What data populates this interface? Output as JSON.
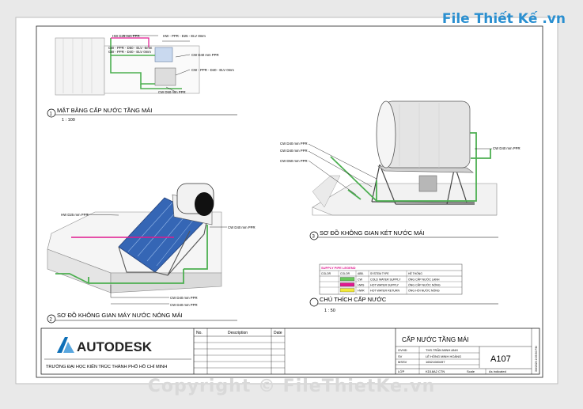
{
  "watermark": {
    "logo": "File Thiết Kế .vn",
    "copyright": "Copyright © FileThietKe.vn"
  },
  "view1": {
    "number": "1",
    "title": "MẶT BẰNG CẤP NƯỚC TẦNG MÁI",
    "scale": "1 : 100",
    "labels": [
      "HW D25 mm PPR",
      "HW - PPR - D25 - ELV 8mm",
      "CW - PPR - D50 - ELV -5mm",
      "CW - PPR - D40 - ELV 0mm",
      "CW D40 mm PPR",
      "CW - PPR - D40 - ELV 0mm",
      "CW D50 mm PPR"
    ]
  },
  "view2": {
    "number": "2",
    "title": "SƠ ĐỒ KHÔNG GIAN MÁY NƯỚC NÓNG MÁI",
    "labels": [
      "HW D25 mm PPR",
      "CW D40 mm PPR",
      "CW D40 mm PPR",
      "CW D40 mm PPR"
    ]
  },
  "view3": {
    "number": "3",
    "title": "SƠ ĐỒ KHÔNG GIAN KÉT NƯỚC MÁI",
    "labels": [
      "CW D40 mm PPR",
      "CW D40 mm PPR",
      "CW D50 mm PPR",
      "CW D40 mm PPR"
    ]
  },
  "legend": {
    "title": "SUPPLY PIPE LEGEND",
    "headers": [
      "COLOR",
      "COLOR",
      "ABB.",
      "SYSTEM TYPE",
      "HỆ THỐNG"
    ],
    "rows": [
      {
        "color": "#69c85a",
        "abb": "CW",
        "type": "COLD WATER SUPPLY",
        "vn": "ỐNG CẤP NƯỚC LẠNH"
      },
      {
        "color": "#e0198f",
        "abb": "HWS",
        "type": "HOT WATER SUPPLY",
        "vn": "ỐNG CẤP NƯỚC NÓNG"
      },
      {
        "color": "#f2ea3a",
        "abb": "HWR",
        "type": "HOT WATER RETURN",
        "vn": "ỐNG HỒI NƯỚC NÓNG"
      }
    ],
    "caption": "CHÚ THÍCH CẤP NƯỚC",
    "scale": "1 : 50"
  },
  "titleblock": {
    "brand": "AUTODESK",
    "school": "TRƯỜNG ĐẠI HỌC KIẾN TRÚC THÀNH PHỐ HỒ CHÍ MINH",
    "rev_headers": [
      "No.",
      "Description",
      "Date"
    ],
    "project": "CẤP NƯỚC TẦNG MÁI",
    "rows": [
      {
        "k": "GVHD",
        "v": "THS.TRẦN MINH ANH"
      },
      {
        "k": "SV",
        "v": "LÊ HỒNG MINH HOÀNG"
      },
      {
        "k": "MSSV",
        "v": "16521080497"
      },
      {
        "k": "LỚP",
        "v": "KD18A2 CTN"
      }
    ],
    "sheet": "A107",
    "scale_label": "Scale",
    "scale_value": "As indicated",
    "date_side": "3/8/2023 2:05:50 PM"
  },
  "colors": {
    "cold": "#69c85a",
    "hot": "#e0198f",
    "return": "#f2ea3a",
    "autodesk_blue": "#0e6fb7"
  }
}
